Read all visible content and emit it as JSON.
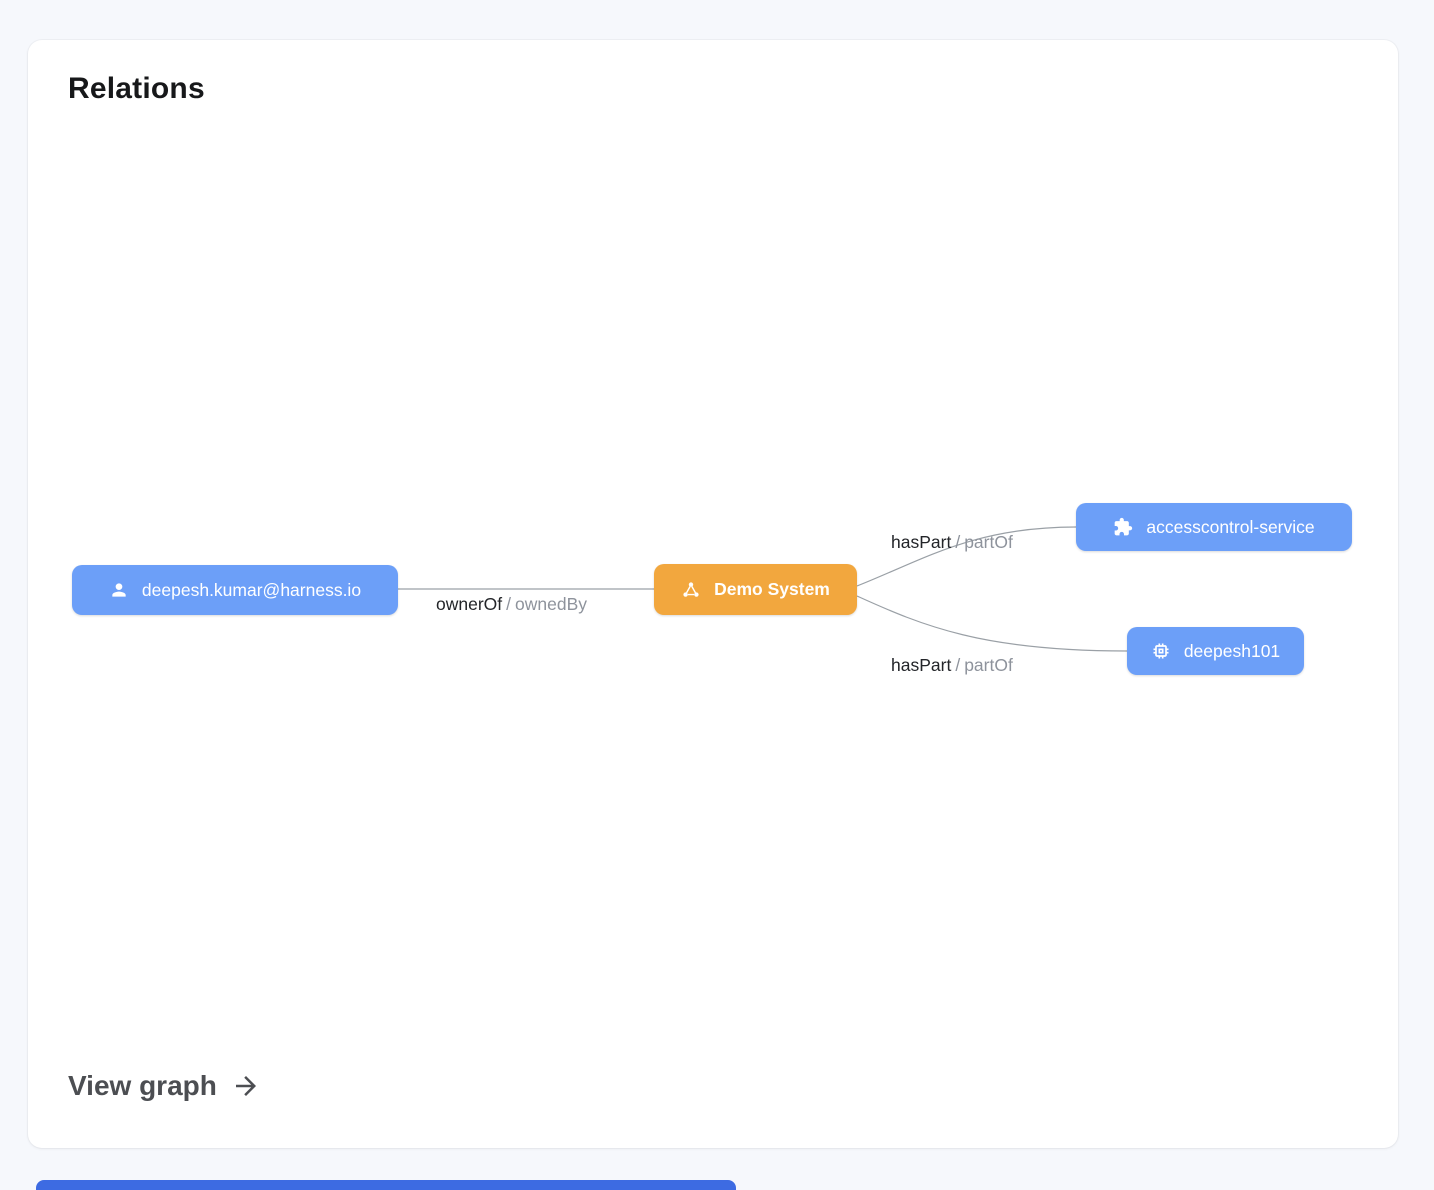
{
  "card": {
    "title": "Relations",
    "footer": {
      "view_graph_label": "View graph"
    }
  },
  "colors": {
    "node_blue": "#6C9FF8",
    "node_orange": "#F2A73E",
    "edge_line": "#9AA0A6",
    "page_background": "#F6F8FC",
    "card_background": "#FFFFFF",
    "footer_link": "#4C4E52",
    "peek_bar_blue": "#3D6BE2"
  },
  "graph": {
    "nodes": [
      {
        "id": "user",
        "label": "deepesh.kumar@harness.io",
        "icon": "person-icon",
        "color": "#6C9FF8"
      },
      {
        "id": "system",
        "label": "Demo System",
        "icon": "system-hub-icon",
        "color": "#F2A73E"
      },
      {
        "id": "service",
        "label": "accesscontrol-service",
        "icon": "puzzle-icon",
        "color": "#6C9FF8"
      },
      {
        "id": "component",
        "label": "deepesh101",
        "icon": "chip-icon",
        "color": "#6C9FF8"
      }
    ],
    "edges": [
      {
        "from": "user",
        "to": "system",
        "label": "ownerOf",
        "separator": "/",
        "reverse_label": "ownedBy"
      },
      {
        "from": "system",
        "to": "service",
        "label": "hasPart",
        "separator": "/",
        "reverse_label": "partOf"
      },
      {
        "from": "system",
        "to": "component",
        "label": "hasPart",
        "separator": "/",
        "reverse_label": "partOf"
      }
    ]
  }
}
